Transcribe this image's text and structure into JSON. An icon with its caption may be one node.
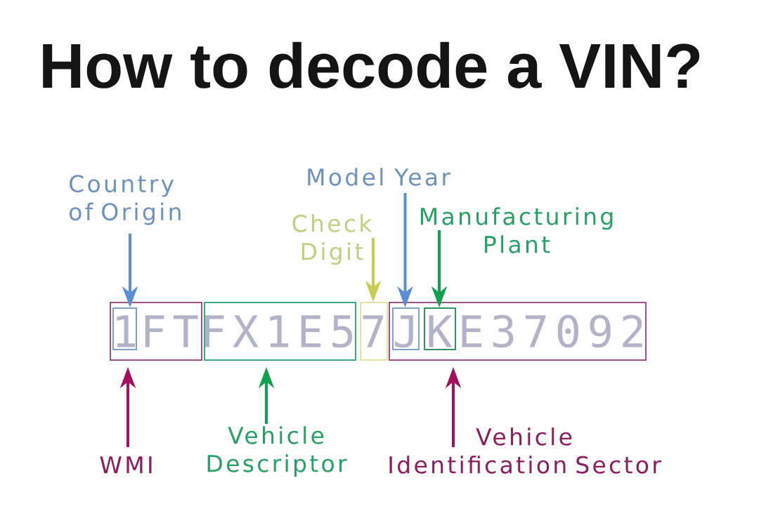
{
  "diagram": {
    "title": "How to decode a VIN?",
    "nodes": [
      {
        "text": [
          "Country of Origin"
        ]
      },
      {
        "text": [
          "Model Year"
        ]
      },
      {
        "text": [
          "Check Digit"
        ]
      },
      {
        "text": [
          "Manufacturing Plant"
        ]
      },
      {
        "text": [
          "FT"
        ]
      },
      {
        "text": [
          "1"
        ],
        "in": 4
      },
      {
        "text": [
          "FX1E5"
        ]
      },
      {
        "text": [
          "7"
        ]
      },
      {
        "text": [
          "E37092"
        ]
      },
      {
        "text": [
          "J"
        ],
        "in": 8
      },
      {
        "text": [
          "K"
        ],
        "in": 8
      },
      {
        "text": [
          "WMI"
        ]
      },
      {
        "text": [
          "Vehicle Descriptor"
        ]
      },
      {
        "text": [
          "Vehicle Identification Sector"
        ]
      }
    ],
    "edges": [
      {
        "from": 0,
        "to": 5,
        "arrow": "to",
        "color": "#5b8ed6"
      },
      {
        "from": 2,
        "to": 7,
        "arrow": "to",
        "color": "#c8cc50"
      },
      {
        "from": 1,
        "to": 9,
        "arrow": "to",
        "color": "#5b8ed6"
      },
      {
        "from": 3,
        "to": 10,
        "arrow": "to",
        "color": "#10a050"
      },
      {
        "from": 11,
        "to": 4,
        "arrow": "to",
        "color": "#a3105e"
      },
      {
        "from": 12,
        "to": 6,
        "arrow": "to",
        "color": "#10a050"
      },
      {
        "from": 13,
        "to": 8,
        "arrow": "to",
        "color": "#a3105e"
      }
    ]
  }
}
